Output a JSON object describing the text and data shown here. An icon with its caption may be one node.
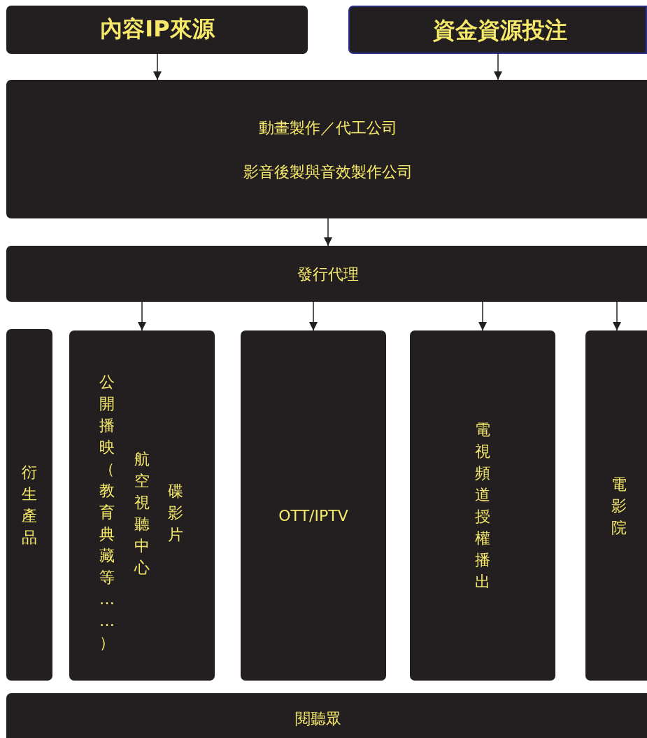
{
  "diagram": {
    "nodes": [
      {
        "text": [
          "內容IP來源"
        ]
      },
      {
        "text": [
          "資金資源投注"
        ]
      },
      {
        "text": [
          "動畫製作／代工公司",
          "影音後製與音效製作公司"
        ]
      },
      {
        "text": [
          "發行代理"
        ]
      },
      {
        "text": [
          "衍生產品"
        ]
      },
      {
        "text": [
          "公開播映（教育典藏等……）",
          "航空視聽中心",
          "碟影片"
        ]
      },
      {
        "text": [
          "OTT/IPTV"
        ]
      },
      {
        "text": [
          "電視頻道授權播出"
        ]
      },
      {
        "text": [
          "電影院"
        ]
      },
      {
        "text": [
          "閱聽眾"
        ]
      }
    ],
    "edges": [
      {
        "from": 0,
        "to": 2,
        "arrow": "to"
      },
      {
        "from": 1,
        "to": 2,
        "arrow": "to"
      },
      {
        "from": 2,
        "to": 3,
        "arrow": "to"
      },
      {
        "from": 3,
        "to": 5,
        "arrow": "to"
      },
      {
        "from": 3,
        "to": 6,
        "arrow": "to"
      },
      {
        "from": 3,
        "to": 7,
        "arrow": "to"
      },
      {
        "from": 3,
        "to": 8,
        "arrow": "to"
      }
    ]
  }
}
